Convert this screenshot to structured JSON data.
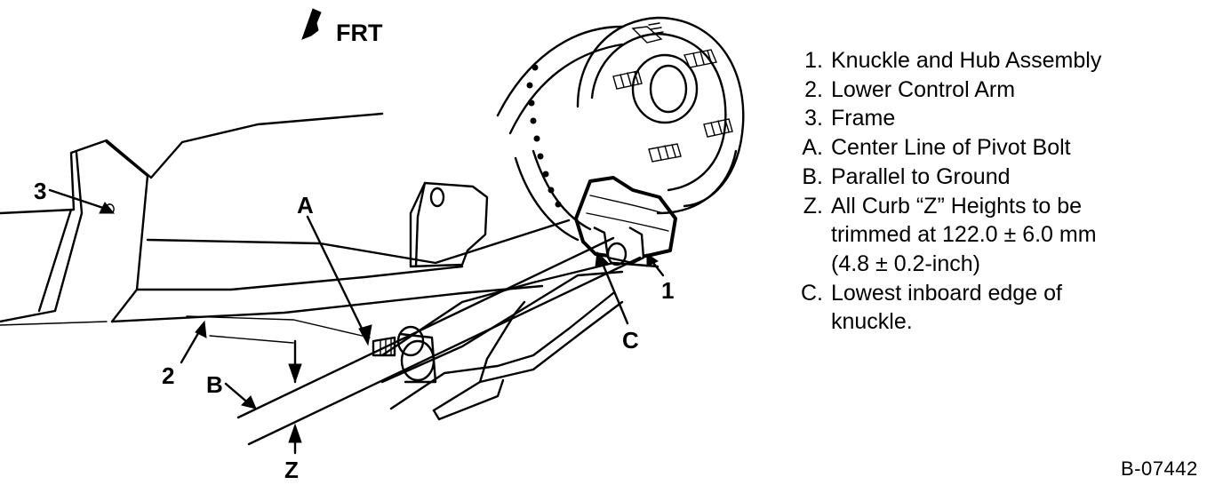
{
  "figure": {
    "direction_label": "FRT",
    "direction_icon": "front-arrow-icon",
    "callouts": {
      "c1": "1",
      "c2": "2",
      "c3": "3",
      "cA": "A",
      "cB": "B",
      "cC": "C",
      "cZ": "Z"
    }
  },
  "legend": [
    {
      "key": "1.",
      "text": "Knuckle and Hub Assembly"
    },
    {
      "key": "2.",
      "text": "Lower Control Arm"
    },
    {
      "key": "3.",
      "text": "Frame"
    },
    {
      "key": "A.",
      "text": "Center Line of Pivot Bolt"
    },
    {
      "key": "B.",
      "text": "Parallel to Ground"
    },
    {
      "key": "Z.",
      "text": "All Curb “Z” Heights to be"
    },
    {
      "key": "",
      "text": "trimmed at 122.0 ± 6.0 mm"
    },
    {
      "key": "",
      "text": "(4.8 ± 0.2-inch)"
    },
    {
      "key": "C.",
      "text": "Lowest inboard edge of"
    },
    {
      "key": "",
      "text": "knuckle."
    }
  ],
  "figure_id": "B-07442"
}
